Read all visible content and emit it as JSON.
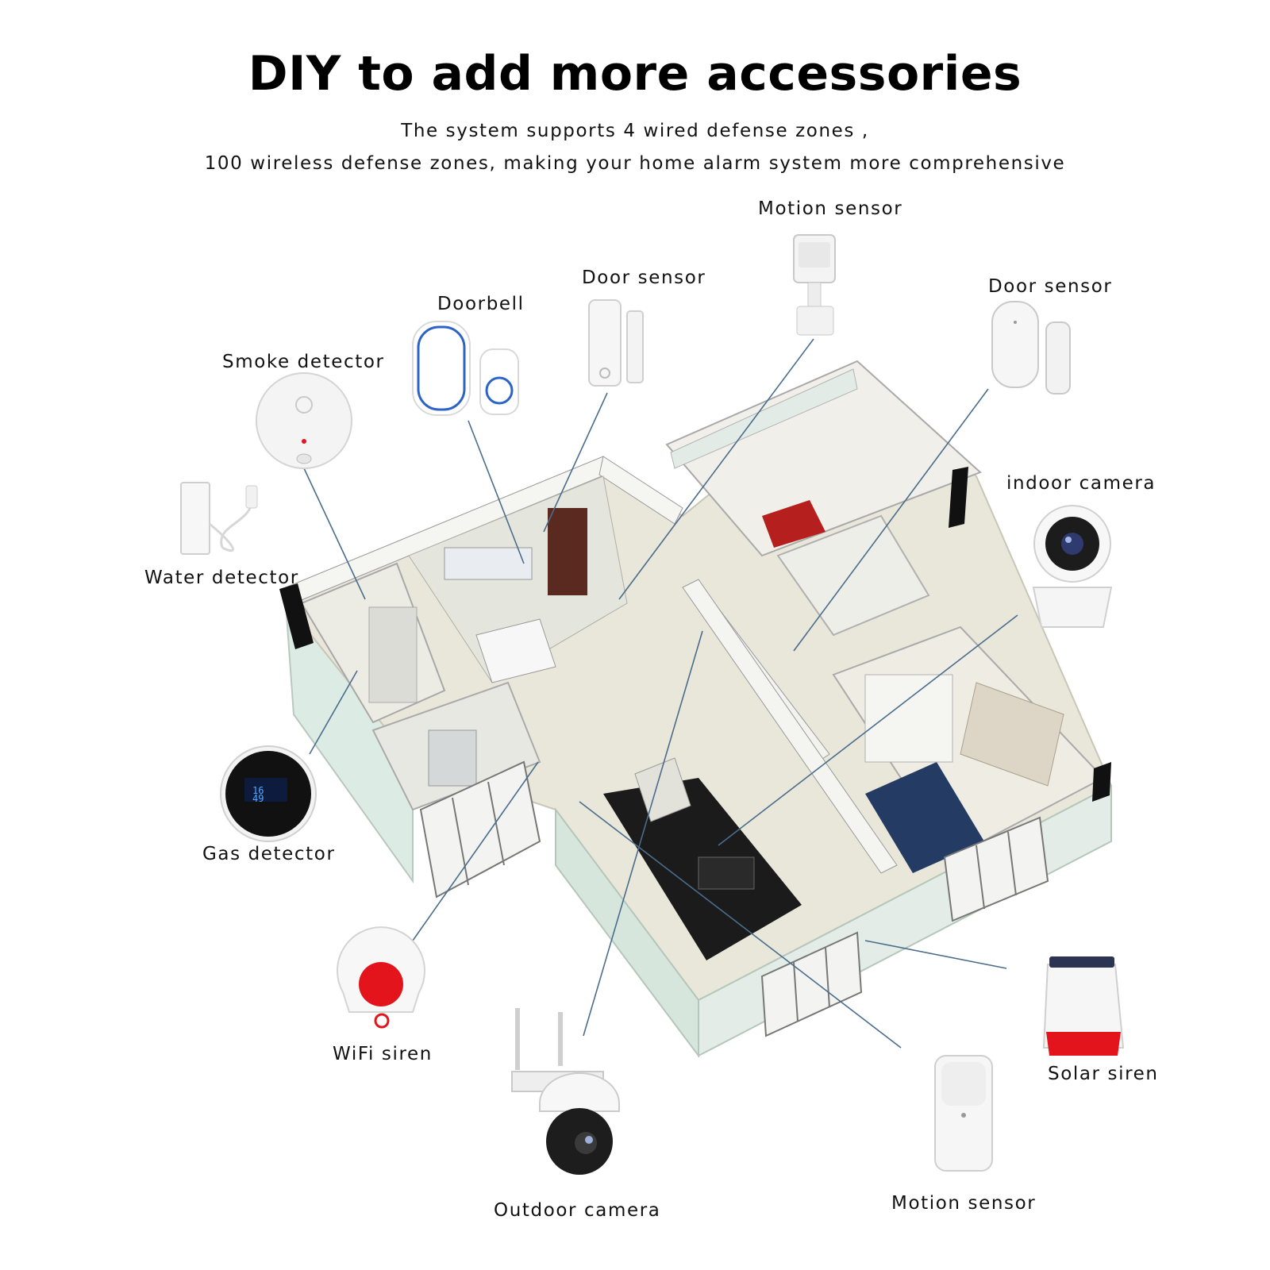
{
  "header": {
    "title": "DIY to add more accessories",
    "subtitle_line1": "The system supports 4 wired defense zones ,",
    "subtitle_line2": "100 wireless defense zones, making your home alarm system more comprehensive"
  },
  "accessories": {
    "motion_sensor_top": "Motion sensor",
    "door_sensor_left": "Door sensor",
    "doorbell": "Doorbell",
    "door_sensor_right": "Door sensor",
    "smoke_detector": "Smoke detector",
    "water_detector": "Water detector",
    "indoor_camera": "indoor camera",
    "gas_detector": "Gas detector",
    "wifi_siren": "WiFi siren",
    "solar_siren": "Solar siren",
    "outdoor_camera": "Outdoor camera",
    "motion_sensor_bottom": "Motion sensor"
  },
  "colors": {
    "floor": "#e7e4d8",
    "wall_top": "#f3f3f0",
    "wall_side": "#d9e6de",
    "connector": "#4a6d8c",
    "siren_red": "#e3141c",
    "doorbell_blue": "#2b63c9"
  }
}
